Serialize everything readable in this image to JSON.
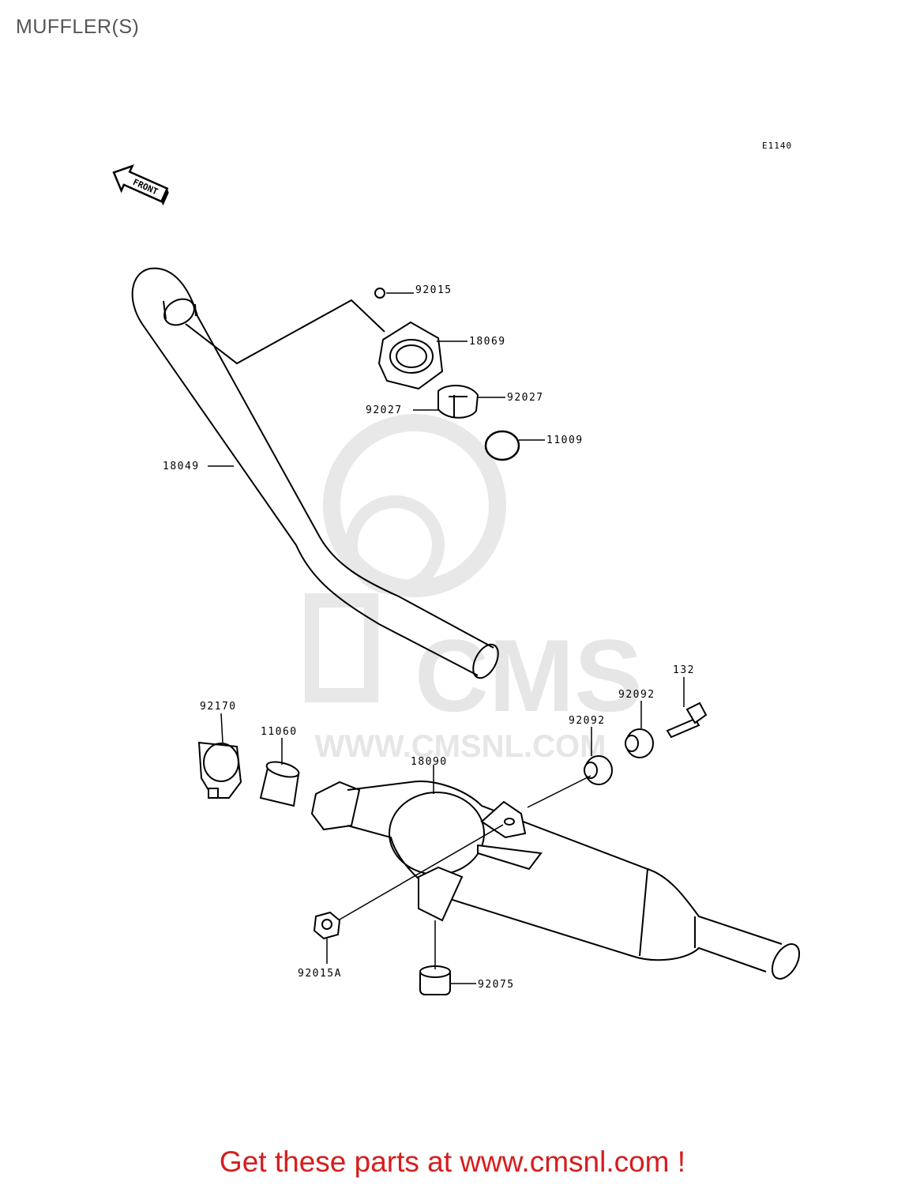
{
  "title": "MUFFLER(S)",
  "diagram_code": "E1140",
  "front_label": "FRONT",
  "watermark": {
    "brand": "CMS",
    "url": "WWW.CMSNL.COM"
  },
  "parts": [
    {
      "number": "92015"
    },
    {
      "number": "18069"
    },
    {
      "number": "92027"
    },
    {
      "number": "92027"
    },
    {
      "number": "11009"
    },
    {
      "number": "18049"
    },
    {
      "number": "132"
    },
    {
      "number": "92092"
    },
    {
      "number": "92092"
    },
    {
      "number": "92170"
    },
    {
      "number": "11060"
    },
    {
      "number": "18090"
    },
    {
      "number": "92015A"
    },
    {
      "number": "92075"
    }
  ],
  "footer": "Get these parts at www.cmsnl.com !",
  "colors": {
    "footer": "#d61d1d",
    "line": "#000000",
    "watermark": "#e6e6e6"
  }
}
